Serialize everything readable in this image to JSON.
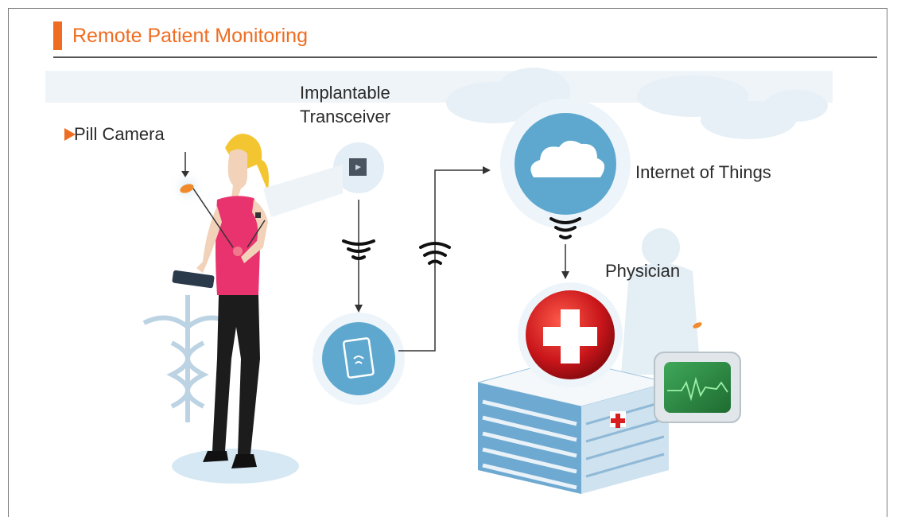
{
  "title": "Remote Patient Monitoring",
  "labels": {
    "pill_camera": "Pill Camera",
    "implantable_line1": "Implantable",
    "implantable_line2": "Transceiver",
    "iot": "Internet of Things",
    "physician": "Physician"
  },
  "colors": {
    "accent": "#ef6d22",
    "circle_blue": "#5ea8cf",
    "cross_red": "#d81e1e",
    "shirt_pink": "#e8336f",
    "hair_yellow": "#f3c631",
    "monitor_green": "#2f8f47"
  },
  "icons": [
    "pill-camera-icon",
    "transceiver-chip-icon",
    "tablet-wifi-icon",
    "cloud-icon",
    "wifi-signal-icon",
    "hospital-cross-icon",
    "heart-monitor-icon",
    "caduceus-icon"
  ]
}
